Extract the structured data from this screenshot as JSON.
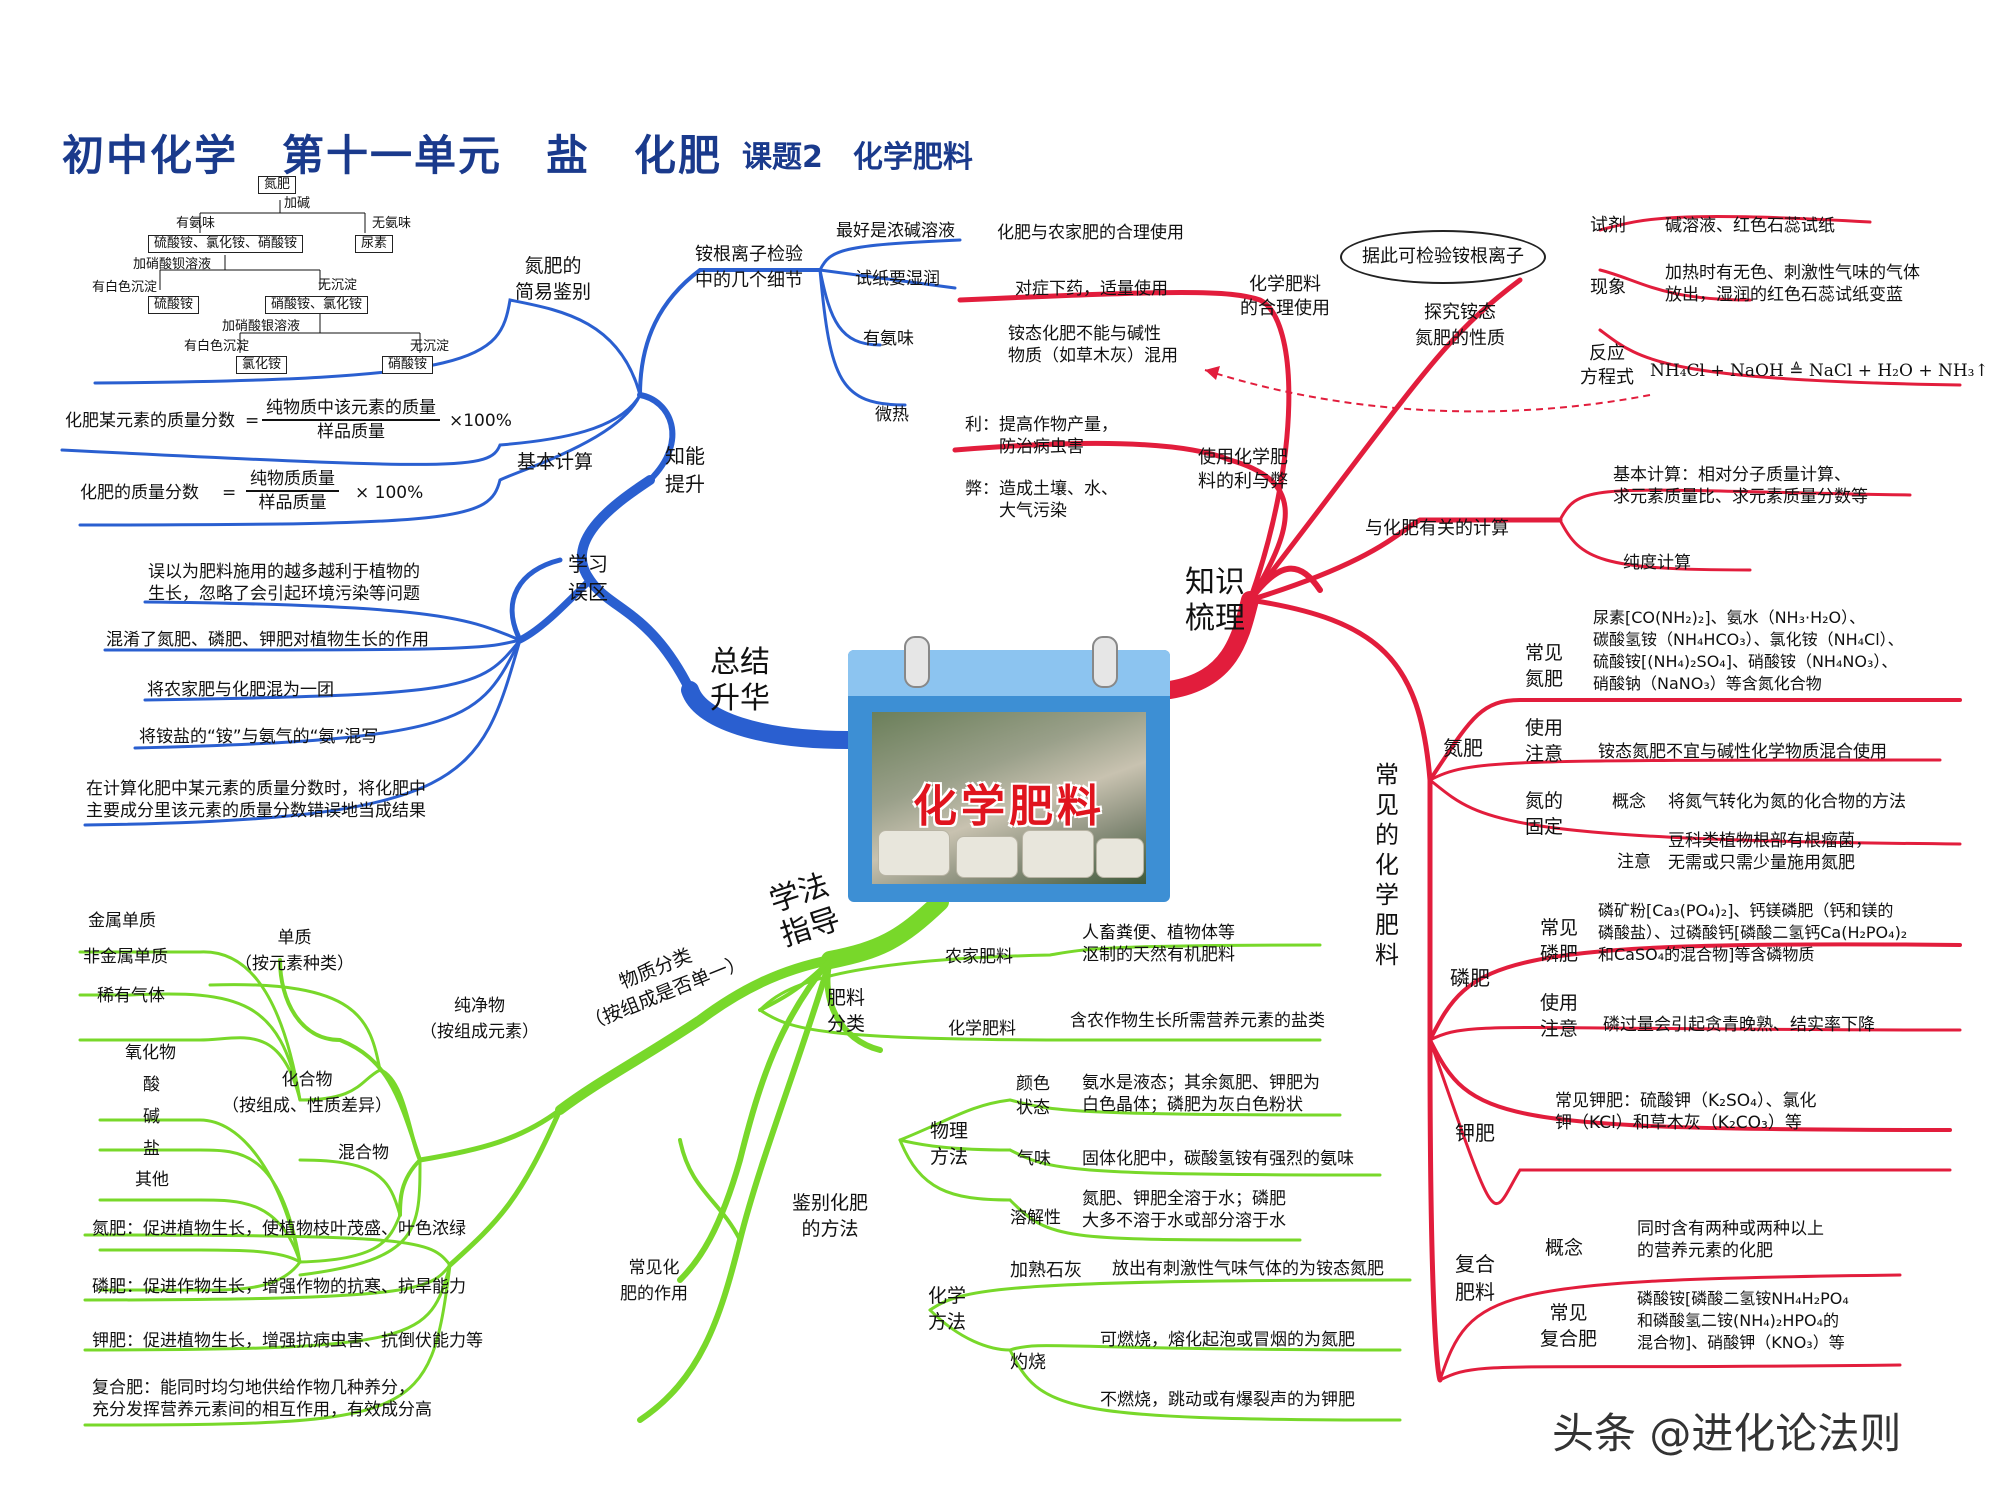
{
  "title": {
    "main": "初中化学　第十一单元　盐　化肥",
    "sub": "课题2　化学肥料"
  },
  "center": "化学肥料",
  "branches": {
    "summary": "总结\n升华",
    "knowledge": "知识\n梳理",
    "method": "学法\n指导"
  },
  "blue": {
    "zhineng": "知能\n提升",
    "xiwu": "学习\n误区",
    "jianbie": "氮肥的\n简易鉴别",
    "chart": {
      "top": "氮肥",
      "add_base": "加碱",
      "smell": "有氨味",
      "no_smell": "无氨味",
      "group1": "硫酸铵、氯化铵、硝酸铵",
      "urea": "尿素",
      "add_bano3": "加硝酸钡溶液",
      "white_ppt": "有白色沉淀",
      "no_ppt": "无沉淀",
      "ammonium_sulfate": "硫酸铵",
      "group2": "硝酸铵、氯化铵",
      "add_agno3": "加硝酸银溶液",
      "white_ppt2": "有白色沉淀",
      "no_ppt2": "无沉淀",
      "ammonium_chloride": "氯化铵",
      "ammonium_nitrate": "硝酸铵"
    },
    "jiance": "铵根离子检验\n中的几个细节",
    "jiance_items": [
      "最好是浓碱溶液",
      "试纸要湿润",
      "有氨味",
      "微热"
    ],
    "jisuan": "基本计算",
    "formula1": {
      "label": "化肥某元素的质量分数",
      "eq": "=",
      "num": "纯物质中该元素的质量",
      "den": "样品质量",
      "tail": "×100%"
    },
    "formula2": {
      "label": "化肥的质量分数",
      "eq": "=",
      "num": "纯物质质量",
      "den": "样品质量",
      "tail": "× 100%"
    },
    "mistakes": [
      "误以为肥料施用的越多越利于植物的\n生长，忽略了会引起环境污染等问题",
      "混淆了氮肥、磷肥、钾肥对植物生长的作用",
      "将农家肥与化肥混为一团",
      "将铵盐的“铵”与氨气的“氨”混写",
      "在计算化肥中某元素的质量分数时，将化肥中\n主要成分里该元素的质量分数错误地当成结果"
    ]
  },
  "red": {
    "heli": "化学肥料\n的合理使用",
    "heli_items": [
      "化肥与农家肥的合理使用",
      "对症下药，适量使用",
      "铵态化肥不能与碱性\n物质（如草木灰）混用"
    ],
    "libi": "使用化学肥\n料的利与弊",
    "li": "利：提高作物产量，\n　　防治病虫害",
    "bi": "弊：造成土壤、水、\n　　大气污染",
    "bubble": "据此可检验铵根离子",
    "tanjiu": "探究铵态\n氮肥的性质",
    "shiji": "试剂",
    "shiji_v": "碱溶液、红色石蕊试纸",
    "xianxiang": "现象",
    "xianxiang_v": "加热时有无色、刺激性气味的气体\n放出，湿润的红色石蕊试纸变蓝",
    "fanying": "反应\n方程式",
    "equation": "NH₄Cl + NaOH ≜ NaCl + H₂O + NH₃↑",
    "jisuan": "与化肥有关的计算",
    "jisuan1": "基本计算：相对分子质量计算、\n求元素质量比、求元素质量分数等",
    "jisuan2": "纯度计算",
    "changjian": "常见的化学肥料",
    "danfei": "氮肥",
    "danfei_cj": "常见\n氮肥",
    "danfei_cj_v": "尿素[CO(NH₂)₂]、氨水（NH₃·H₂O）、\n碳酸氢铵（NH₄HCO₃）、氯化铵（NH₄Cl）、\n硫酸铵[(NH₄)₂SO₄]、硝酸铵（NH₄NO₃）、\n硝酸钠（NaNO₃）等含氮化合物",
    "danfei_sy": "使用\n注意",
    "danfei_sy_v": "铵态氮肥不宜与碱性化学物质混合使用",
    "danfei_gd": "氮的\n固定",
    "gainian": "概念",
    "gainian_v": "将氮气转化为氮的化合物的方法",
    "zhuyi": "注意",
    "zhuyi_v": "豆科类植物根部有根瘤菌，\n无需或只需少量施用氮肥",
    "linfei": "磷肥",
    "linfei_cj": "常见\n磷肥",
    "linfei_cj_v": "磷矿粉[Ca₃(PO₄)₂]、钙镁磷肥（钙和镁的\n磷酸盐）、过磷酸钙[磷酸二氢钙Ca(H₂PO₄)₂\n和CaSO₄的混合物]等含磷物质",
    "linfei_sy": "使用\n注意",
    "linfei_sy_v": "磷过量会引起贪青晚熟、结实率下降",
    "jiafei": "钾肥",
    "jiafei_v": "常见钾肥：硫酸钾（K₂SO₄）、氯化\n钾（KCl）和草木灰（K₂CO₃）等",
    "fuhe": "复合\n肥料",
    "fuhe_gn": "概念",
    "fuhe_gn_v": "同时含有两种或两种以上\n的营养元素的化肥",
    "fuhe_cj": "常见\n复合肥",
    "fuhe_cj_v": "磷酸铵[磷酸二氢铵NH₄H₂PO₄\n和磷酸氢二铵(NH₄)₂HPO₄的\n混合物]、硝酸钾（KNO₃）等"
  },
  "green": {
    "wuzhi": "物质分类\n（按组成是否单一）",
    "chunjing": "纯净物\n（按组成元素）",
    "danzhi": "单质\n（按元素种类）",
    "danzhi_items": [
      "金属单质",
      "非金属单质",
      "稀有气体"
    ],
    "huahe": "化合物\n（按组成、性质差异）",
    "huahe_items": [
      "氧化物",
      "酸",
      "碱",
      "盐",
      "其他"
    ],
    "hunhe": "混合物",
    "feiliao": "肥料\n分类",
    "nongjia": "农家肥料",
    "nongjia_v": "人畜粪便、植物体等\n沤制的天然有机肥料",
    "huaxue": "化学肥料",
    "huaxue_v": "含农作物生长所需营养元素的盐类",
    "zuoyong": "常见化\n肥的作用",
    "zuoyong_items": [
      "氮肥：促进植物生长，使植物枝叶茂盛、叶色浓绿",
      "磷肥：促进作物生长，增强作物的抗寒、抗旱能力",
      "钾肥：促进植物生长，增强抗病虫害、抗倒伏能力等",
      "复合肥：能同时均匀地供给作物几种养分，\n充分发挥营养元素间的相互作用，有效成分高"
    ],
    "jianbie": "鉴别化肥\n的方法",
    "wuli": "物理\n方法",
    "yanse": "颜色\n状态",
    "yanse_v": "氨水是液态；其余氮肥、钾肥为\n白色晶体；磷肥为灰白色粉状",
    "qiwei": "气味",
    "qiwei_v": "固体化肥中，碳酸氢铵有强烈的氨味",
    "rongjie": "溶解性",
    "rongjie_v": "氮肥、钾肥全溶于水；磷肥\n大多不溶于水或部分溶于水",
    "huaxuefa": "化学\n方法",
    "shihui": "加熟石灰",
    "shihui_v": "放出有刺激性气味气体的为铵态氮肥",
    "zhuoshao": "灼烧",
    "zhuoshao1": "可燃烧，熔化起泡或冒烟的为氮肥",
    "zhuoshao2": "不燃烧，跳动或有爆裂声的为钾肥"
  },
  "watermark": "头条 @进化论法则",
  "colors": {
    "blue": "#2a5fd0",
    "red": "#e21d3c",
    "green": "#78d82a",
    "title": "#1a3a8c"
  }
}
